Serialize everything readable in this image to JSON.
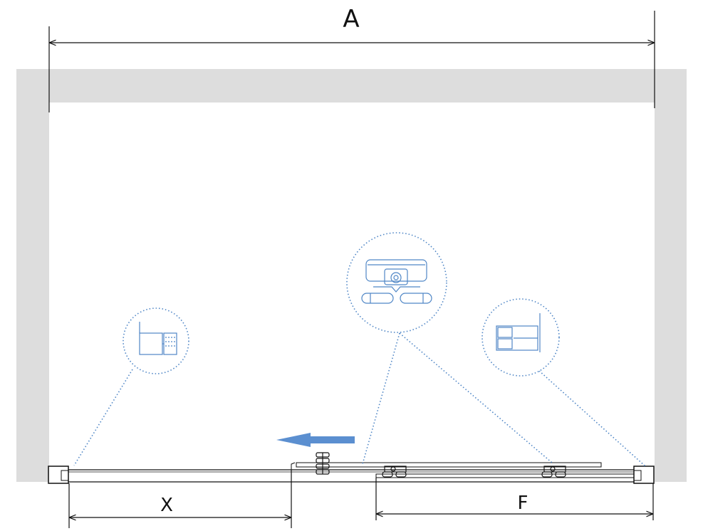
{
  "labels": {
    "overall_width": "A",
    "opening_width": "X",
    "fixed_width": "F"
  },
  "colors": {
    "wall": "#dddddd",
    "line": "#111111",
    "detail": "#4f86c6",
    "arrow": "#5b8fd0"
  },
  "icons": {
    "detail_left": "wall-profile-detail",
    "detail_center": "roller-carriage-detail",
    "detail_right": "wall-profile-detail",
    "direction": "arrow-left"
  }
}
